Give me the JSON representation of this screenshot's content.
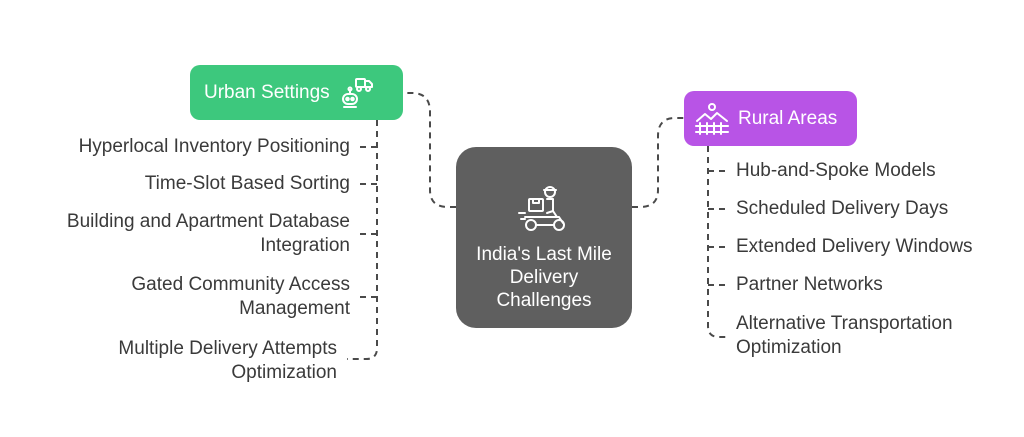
{
  "center": {
    "title": "India's Last Mile Delivery Challenges",
    "icon": "delivery-scooter-icon"
  },
  "branches": {
    "urban": {
      "title": "Urban Settings",
      "icon": "delivery-robot-icon",
      "color": "#3dc87d",
      "items": [
        "Hyperlocal Inventory Positioning",
        "Time-Slot Based Sorting",
        "Building and Apartment Database Integration",
        "Gated Community Access Management",
        "Multiple Delivery Attempts Optimization"
      ]
    },
    "rural": {
      "title": "Rural Areas",
      "icon": "countryside-house-icon",
      "color": "#b854e6",
      "items": [
        "Hub-and-Spoke Models",
        "Scheduled Delivery Days",
        "Extended Delivery Windows",
        "Partner Networks",
        "Alternative Transportation Optimization"
      ]
    }
  },
  "colors": {
    "center": "#5f5f5f",
    "connector": "#4a4a4a",
    "leaf_text": "#3a3a3a"
  }
}
